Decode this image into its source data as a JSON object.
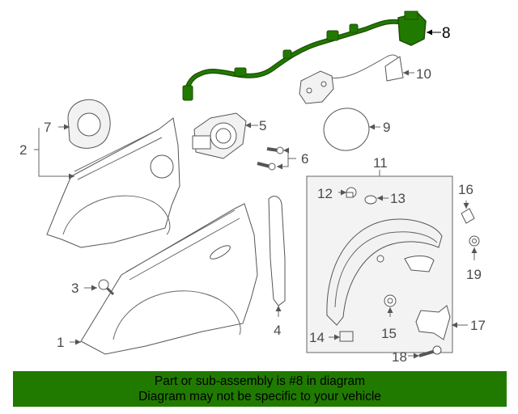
{
  "callouts": {
    "c1": "1",
    "c2": "2",
    "c3": "3",
    "c4": "4",
    "c5": "5",
    "c6": "6",
    "c7": "7",
    "c8": "8",
    "c9": "9",
    "c10": "10",
    "c11": "11",
    "c12": "12",
    "c13": "13",
    "c14": "14",
    "c15": "15",
    "c16": "16",
    "c17": "17",
    "c18": "18",
    "c19": "19"
  },
  "highlight_color": "#217a00",
  "banner": {
    "line1": "Part or sub-assembly is #8 in diagram",
    "line2": "Diagram may not be specific to your vehicle"
  }
}
